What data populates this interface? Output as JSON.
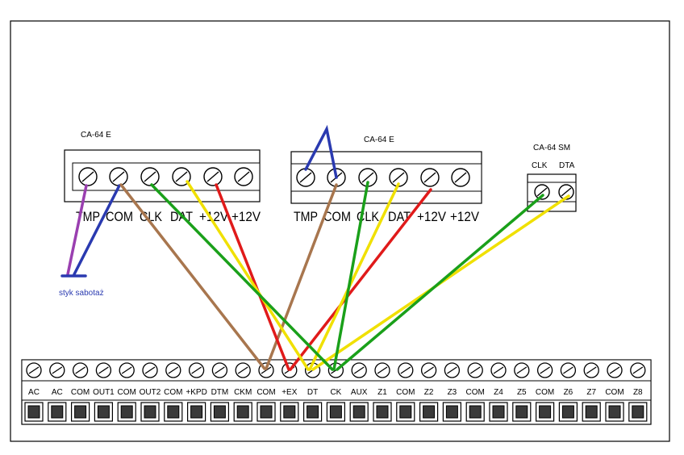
{
  "modules": [
    {
      "title": "CA-64 E",
      "terminals": [
        "TMP",
        "COM",
        "CLK",
        "DAT",
        "+12V",
        "+12V"
      ]
    },
    {
      "title": "CA-64 E",
      "terminals": [
        "TMP",
        "COM",
        "CLK",
        "DAT",
        "+12V",
        "+12V"
      ]
    }
  ],
  "sm_module": {
    "title": "CA-64 SM",
    "terminals": [
      "CLK",
      "DTA"
    ]
  },
  "tamper_note": "styk sabotaż",
  "board": {
    "terminals": [
      "AC",
      "AC",
      "COM",
      "OUT1",
      "COM",
      "OUT2",
      "COM",
      "+KPD",
      "DTM",
      "CKM",
      "COM",
      "+EX",
      "DT",
      "CK",
      "AUX",
      "Z1",
      "COM",
      "Z2",
      "Z3",
      "COM",
      "Z4",
      "Z5",
      "COM",
      "Z6",
      "Z7",
      "COM",
      "Z8"
    ]
  },
  "wire_colors": {
    "com": "#a8764e",
    "power": "#e01a1a",
    "clock": "#1aa01a",
    "data": "#f0e000",
    "tamper_a": "#9a3fb0",
    "tamper_b": "#2a3ab0"
  }
}
